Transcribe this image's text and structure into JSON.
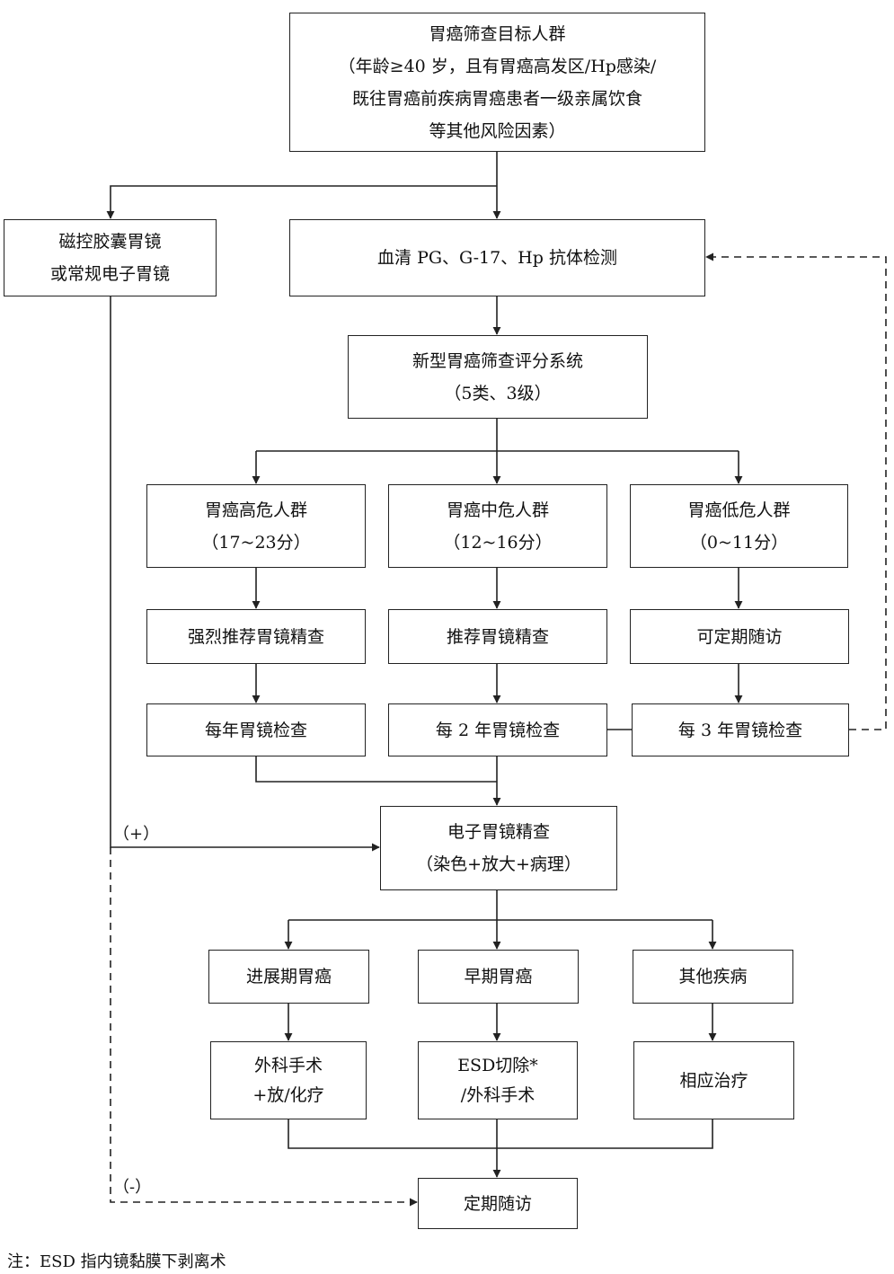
{
  "boxes": {
    "target": [
      "胃癌筛查目标人群",
      "（年龄≥40 岁，且有胃癌高发区/Hp感染/",
      "既往胃癌前疾病胃癌患者一级亲属饮食",
      "等其他风险因素）"
    ],
    "capsule": [
      "磁控胶囊胃镜",
      "或常规电子胃镜"
    ],
    "serum": [
      "血清  PG、G-17、Hp 抗体检测"
    ],
    "scoring": [
      "新型胃癌筛查评分系统",
      "（5类、3级）"
    ],
    "high_risk": [
      "胃癌高危人群",
      "（17~23分）"
    ],
    "mid_risk": [
      "胃癌中危人群",
      "（12~16分）"
    ],
    "low_risk": [
      "胃癌低危人群",
      "（0~11分）"
    ],
    "strong_rec": [
      "强烈推荐胃镜精查"
    ],
    "rec": [
      "推荐胃镜精查"
    ],
    "follow_opt": [
      "可定期随访"
    ],
    "yearly": [
      "每年胃镜检查"
    ],
    "two_year": [
      "每 2 年胃镜检查"
    ],
    "three_year": [
      "每 3 年胃镜检查"
    ],
    "endoscopy": [
      "电子胃镜精查",
      "（染色+放大+病理）"
    ],
    "advanced": [
      "进展期胃癌"
    ],
    "early": [
      "早期胃癌"
    ],
    "other": [
      "其他疾病"
    ],
    "surgery": [
      "外科手术",
      "+放/化疗"
    ],
    "esd": [
      "ESD切除*",
      "/外科手术"
    ],
    "treatment": [
      "相应治疗"
    ],
    "followup": [
      "定期随访"
    ]
  },
  "labels": {
    "positive": "（+）",
    "negative": "（-）"
  },
  "note": "注：ESD 指内镜黏膜下剥离术",
  "colors": {
    "line": "#222222",
    "background": "#ffffff"
  }
}
